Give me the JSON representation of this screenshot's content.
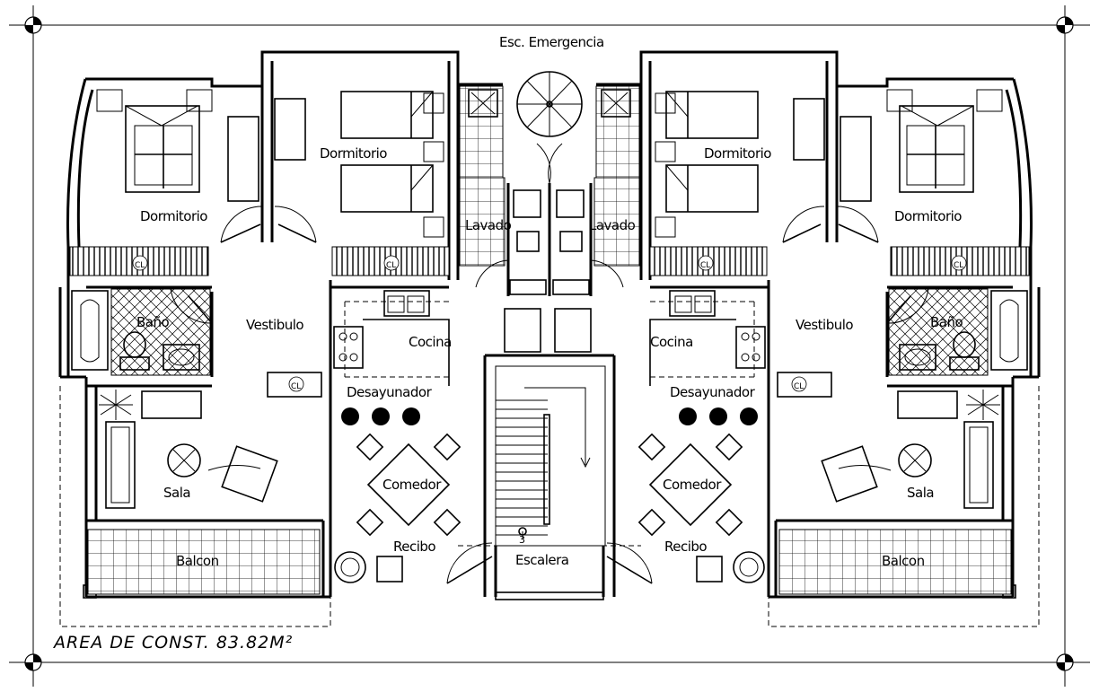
{
  "area_label": "AREA DE CONST. 83.82M²",
  "labels": {
    "emergency_stair": "Esc. Emergencia",
    "left": {
      "dormitorio_main": "Dormitorio",
      "dormitorio_second": "Dormitorio",
      "bano": "Baño",
      "vestibulo": "Vestibulo",
      "cocina": "Cocina",
      "desayunador": "Desayunador",
      "sala": "Sala",
      "comedor": "Comedor",
      "balcon": "Balcon",
      "recibo": "Recibo",
      "lavado": "Lavado"
    },
    "right": {
      "dormitorio_main": "Dormitorio",
      "dormitorio_second": "Dormitorio",
      "bano": "Baño",
      "vestibulo": "Vestibulo",
      "cocina": "Cocina",
      "desayunador": "Desayunador",
      "sala": "Sala",
      "comedor": "Comedor",
      "balcon": "Balcon",
      "recibo": "Recibo",
      "lavado": "Lavado"
    },
    "escalera": "Escalera",
    "stair_number": "3"
  },
  "closet_marks": {
    "cl": "CL"
  }
}
